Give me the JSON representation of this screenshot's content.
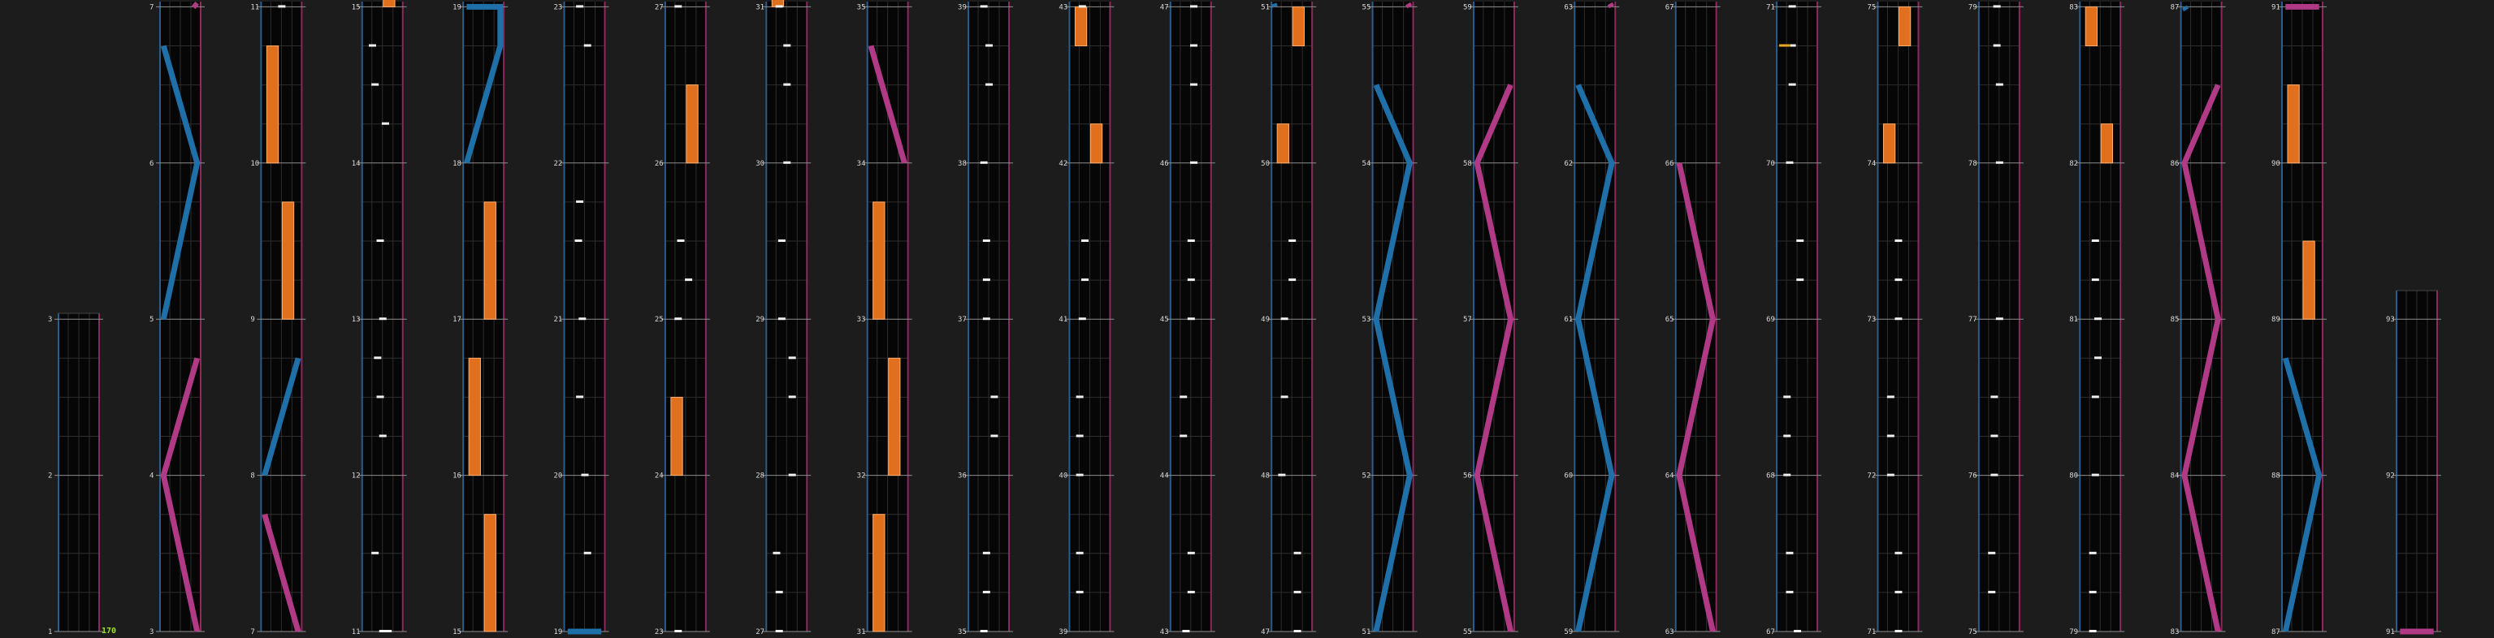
{
  "chart_data": {
    "type": "rhythm-game-chart",
    "measures_per_column": 4,
    "columns": [
      {
        "measures": [
          1,
          2,
          3
        ]
      },
      {
        "measures": [
          3,
          4,
          5,
          6,
          7
        ]
      },
      {
        "measures": [
          7,
          8,
          9,
          10,
          11
        ]
      },
      {
        "measures": [
          11,
          12,
          13,
          14,
          15
        ]
      },
      {
        "measures": [
          15,
          16,
          17,
          18,
          19
        ]
      },
      {
        "measures": [
          19,
          20,
          21,
          22,
          23
        ]
      },
      {
        "measures": [
          23,
          24,
          25,
          26,
          27
        ]
      },
      {
        "measures": [
          27,
          28,
          29,
          30,
          31
        ]
      },
      {
        "measures": [
          31,
          32,
          33,
          34,
          35
        ]
      },
      {
        "measures": [
          35,
          36,
          37,
          38,
          39
        ]
      },
      {
        "measures": [
          39,
          40,
          41,
          42,
          43
        ]
      },
      {
        "measures": [
          43,
          44,
          45,
          46,
          47
        ]
      },
      {
        "measures": [
          47,
          48,
          49,
          50,
          51
        ]
      },
      {
        "measures": [
          51,
          52,
          53,
          54,
          55
        ]
      },
      {
        "measures": [
          55,
          56,
          57,
          58,
          59
        ]
      },
      {
        "measures": [
          59,
          60,
          61,
          62,
          63
        ]
      },
      {
        "measures": [
          63,
          64,
          65,
          66,
          67
        ]
      },
      {
        "measures": [
          67,
          68,
          69,
          70,
          71
        ]
      },
      {
        "measures": [
          71,
          72,
          73,
          74,
          75
        ]
      },
      {
        "measures": [
          75,
          76,
          77,
          78,
          79
        ]
      },
      {
        "measures": [
          79,
          80,
          81,
          82,
          83
        ]
      },
      {
        "measures": [
          83,
          84,
          85,
          86,
          87
        ]
      },
      {
        "measures": [
          87,
          88,
          89,
          90,
          91
        ]
      },
      {
        "measures": [
          91,
          92,
          93
        ]
      }
    ],
    "combo_label": "170",
    "colors": {
      "background": "#1c1c1c",
      "lane_bg": "#060606",
      "grid": "#2e2e2e",
      "measure_line": "#8e8e8e",
      "left_border": "#2a5d8c",
      "right_border": "#8c2a5d",
      "note": "#f0f0f0",
      "hold": "#e0701e",
      "slide_blue": "#1f6fa8",
      "slide_pink": "#b03a86",
      "combo": "#9be22a",
      "gold_note": "#e8a428"
    }
  }
}
